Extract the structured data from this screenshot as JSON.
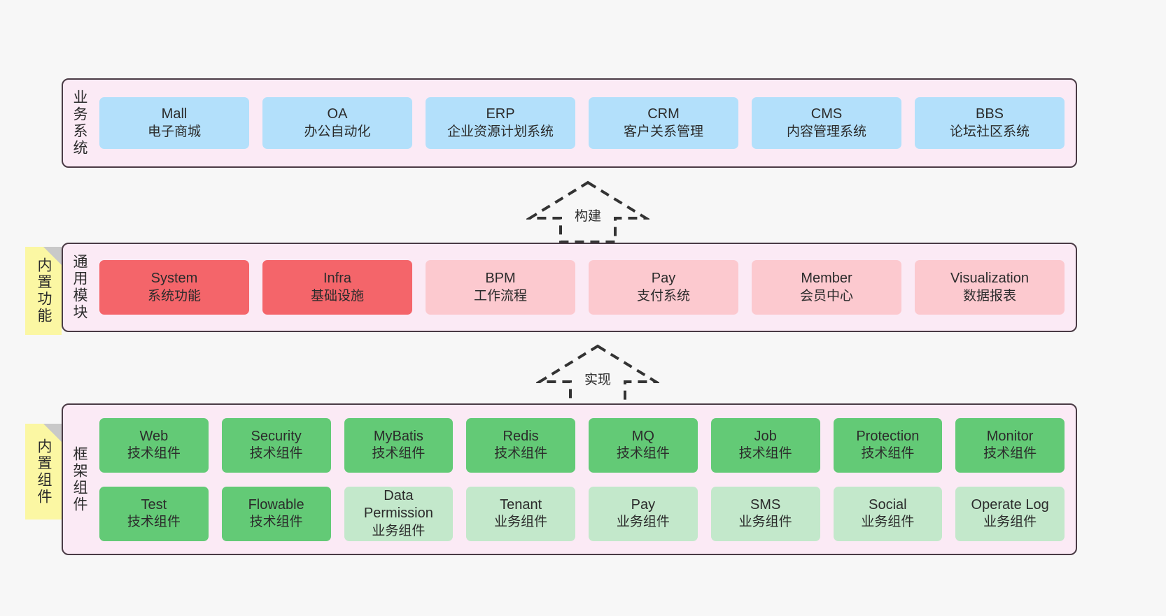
{
  "layers": [
    {
      "id": "business",
      "title": "业务系统",
      "rows": [
        {
          "cards": [
            {
              "en": "Mall",
              "cn": "电子商城",
              "style": "blue"
            },
            {
              "en": "OA",
              "cn": "办公自动化",
              "style": "blue"
            },
            {
              "en": "ERP",
              "cn": "企业资源计划系统",
              "style": "blue"
            },
            {
              "en": "CRM",
              "cn": "客户关系管理",
              "style": "blue"
            },
            {
              "en": "CMS",
              "cn": "内容管理系统",
              "style": "blue"
            },
            {
              "en": "BBS",
              "cn": "论坛社区系统",
              "style": "blue"
            }
          ]
        }
      ]
    },
    {
      "id": "common",
      "title": "通用模块",
      "rows": [
        {
          "cards": [
            {
              "en": "System",
              "cn": "系统功能",
              "style": "red"
            },
            {
              "en": "Infra",
              "cn": "基础设施",
              "style": "red"
            },
            {
              "en": "BPM",
              "cn": "工作流程",
              "style": "pink"
            },
            {
              "en": "Pay",
              "cn": "支付系统",
              "style": "pink"
            },
            {
              "en": "Member",
              "cn": "会员中心",
              "style": "pink"
            },
            {
              "en": "Visualization",
              "cn": "数据报表",
              "style": "pink"
            }
          ]
        }
      ]
    },
    {
      "id": "framework",
      "title": "框架组件",
      "rows": [
        {
          "cards": [
            {
              "en": "Web",
              "cn": "技术组件",
              "style": "green"
            },
            {
              "en": "Security",
              "cn": "技术组件",
              "style": "green"
            },
            {
              "en": "MyBatis",
              "cn": "技术组件",
              "style": "green"
            },
            {
              "en": "Redis",
              "cn": "技术组件",
              "style": "green"
            },
            {
              "en": "MQ",
              "cn": "技术组件",
              "style": "green"
            },
            {
              "en": "Job",
              "cn": "技术组件",
              "style": "green"
            },
            {
              "en": "Protection",
              "cn": "技术组件",
              "style": "green"
            },
            {
              "en": "Monitor",
              "cn": "技术组件",
              "style": "green"
            }
          ]
        },
        {
          "cards": [
            {
              "en": "Test",
              "cn": "技术组件",
              "style": "green"
            },
            {
              "en": "Flowable",
              "cn": "技术组件",
              "style": "green"
            },
            {
              "en": "Data Permission",
              "cn": "业务组件",
              "style": "lightgreen"
            },
            {
              "en": "Tenant",
              "cn": "业务组件",
              "style": "lightgreen"
            },
            {
              "en": "Pay",
              "cn": "业务组件",
              "style": "lightgreen"
            },
            {
              "en": "SMS",
              "cn": "业务组件",
              "style": "lightgreen"
            },
            {
              "en": "Social",
              "cn": "业务组件",
              "style": "lightgreen"
            },
            {
              "en": "Operate Log",
              "cn": "业务组件",
              "style": "lightgreen"
            }
          ]
        }
      ]
    }
  ],
  "notes": [
    {
      "id": "builtin-func",
      "text": "内置功能"
    },
    {
      "id": "builtin-comp",
      "text": "内置组件"
    }
  ],
  "arrows": [
    {
      "id": "build",
      "label": "构建"
    },
    {
      "id": "impl",
      "label": "实现"
    }
  ],
  "colors": {
    "panel_background": "#fbeaf5",
    "panel_border": "#4a3b45",
    "blue": "#b3e0fb",
    "red": "#f4656a",
    "pink": "#fcc9cf",
    "green": "#63ca76",
    "lightgreen": "#c3e8cb",
    "note_yellow": "#fbf7a3",
    "note_fold": "#c9c9c9",
    "canvas": "#f7f7f7",
    "arrow_stroke": "#333333"
  }
}
